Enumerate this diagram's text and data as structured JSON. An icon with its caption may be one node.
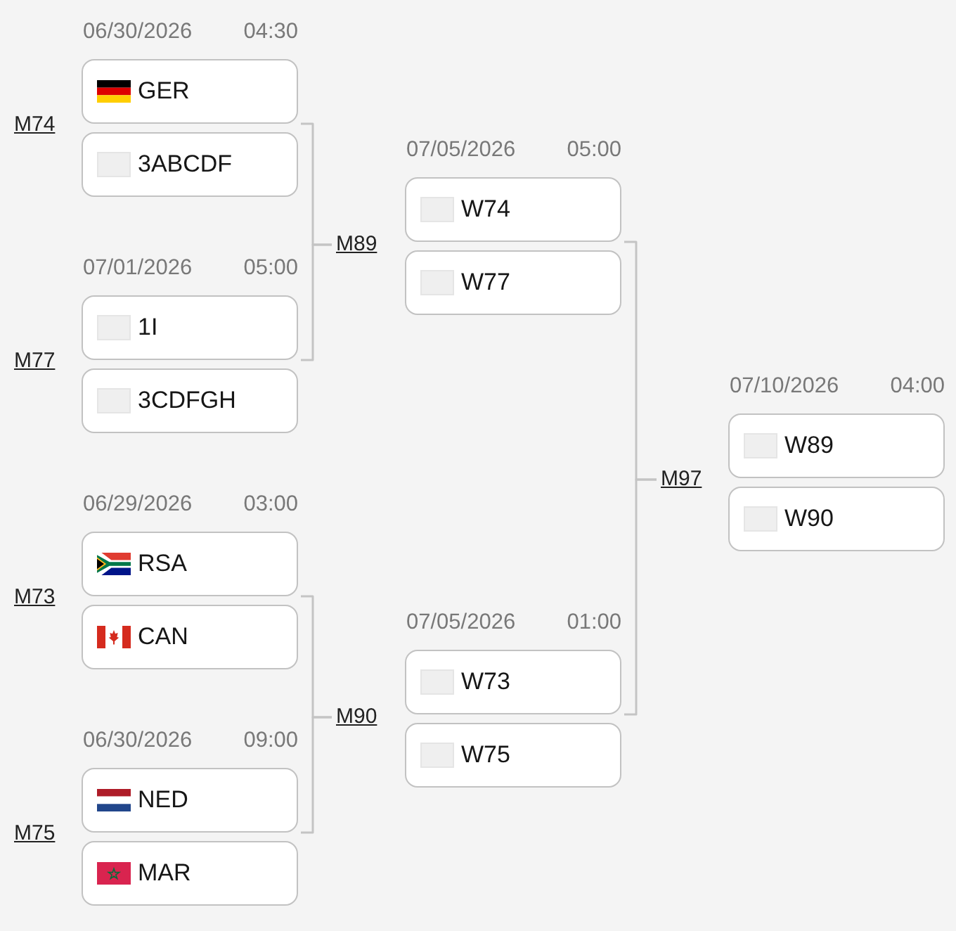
{
  "diagram": {
    "nodes": [
      {
        "text": [
          "GER"
        ],
        "beside": [
          "06/30/2026",
          "04:30"
        ]
      },
      {
        "text": [
          "3ABCDF"
        ]
      },
      {
        "text": [
          "1I"
        ],
        "beside": [
          "07/01/2026",
          "05:00"
        ]
      },
      {
        "text": [
          "3CDFGH"
        ]
      },
      {
        "text": [
          "RSA"
        ],
        "beside": [
          "06/29/2026",
          "03:00"
        ]
      },
      {
        "text": [
          "CAN"
        ]
      },
      {
        "text": [
          "NED"
        ],
        "beside": [
          "06/30/2026",
          "09:00"
        ]
      },
      {
        "text": [
          "MAR"
        ]
      },
      {
        "text": [
          "M89"
        ]
      },
      {
        "text": [
          "M90"
        ]
      },
      {
        "text": [
          "W74"
        ],
        "beside": [
          "07/05/2026",
          "05:00"
        ]
      },
      {
        "text": [
          "W77"
        ]
      },
      {
        "text": [
          "W73"
        ],
        "beside": [
          "07/05/2026",
          "01:00"
        ]
      },
      {
        "text": [
          "W75"
        ]
      },
      {
        "text": [
          "M97"
        ]
      },
      {
        "text": [
          "W89"
        ],
        "beside": [
          "07/10/2026",
          "04:00"
        ]
      },
      {
        "text": [
          "W90"
        ]
      }
    ],
    "edges": [
      {
        "from": 0,
        "to": 8,
        "arrow": "none"
      },
      {
        "from": 2,
        "to": 8,
        "arrow": "none"
      },
      {
        "from": 4,
        "to": 9,
        "arrow": "none"
      },
      {
        "from": 6,
        "to": 9,
        "arrow": "none"
      },
      {
        "from": 10,
        "to": 14,
        "arrow": "none"
      },
      {
        "from": 12,
        "to": 14,
        "arrow": "none"
      }
    ],
    "labels": [
      "M74",
      "M77",
      "M73",
      "M75"
    ]
  }
}
